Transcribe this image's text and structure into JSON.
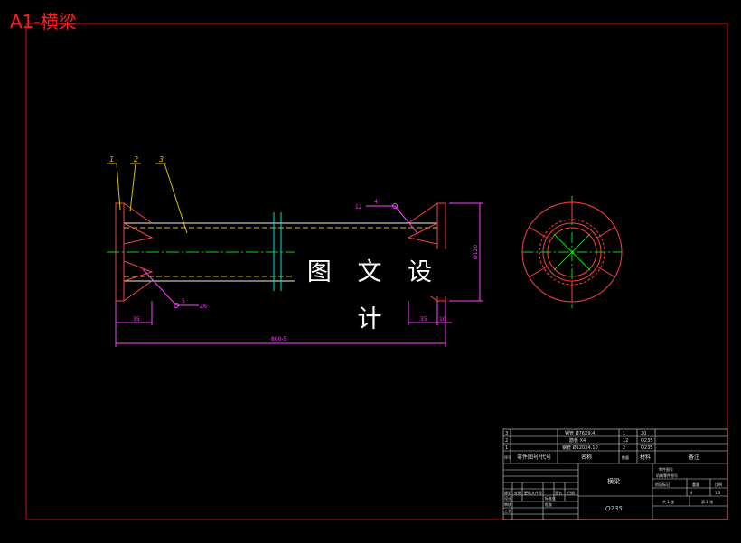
{
  "drawing": {
    "title": "A1-横梁",
    "watermark": "图 文 设 计"
  },
  "balloons": [
    "1",
    "2",
    "3"
  ],
  "dimensions": {
    "left_offset": "35",
    "right_offset": "35",
    "right_small": "10",
    "overall_length": "800-5",
    "diameter": "Ø120",
    "weld_top": "4",
    "weld_top_sym": "12",
    "weld_bottom": "5",
    "weld_bottom_sym": "Z6"
  },
  "bom": {
    "rows": [
      {
        "no": "3",
        "name": "钢管 Ø76X9.4",
        "qty": "1",
        "material": "20",
        "remark": ""
      },
      {
        "no": "2",
        "name": "筋板 X4",
        "qty": "12",
        "material": "Q235",
        "remark": ""
      },
      {
        "no": "1",
        "name": "钢管 Ø120X4.10",
        "qty": "2",
        "material": "Q235",
        "remark": ""
      }
    ],
    "header": {
      "no": "序号",
      "code": "零件图号/代号",
      "name": "名称",
      "qty": "数量",
      "material": "材料",
      "remark": "备注"
    }
  },
  "title_block": {
    "part_name": "横梁",
    "material": "Q235",
    "org": "零件图号",
    "school": "机械零件图号",
    "stage": "阶段标记",
    "weight": "重量",
    "scale": "比例",
    "qty_val": "4",
    "scale_val": "1:2",
    "sheet_total": "共 1 张",
    "sheet_no": "第 1 张",
    "change_labels": [
      "标记",
      "处数",
      "更改文件号",
      "签名",
      "日期"
    ],
    "signoff": [
      "设计",
      "审核",
      "工艺",
      "标准化",
      "批准"
    ]
  }
}
